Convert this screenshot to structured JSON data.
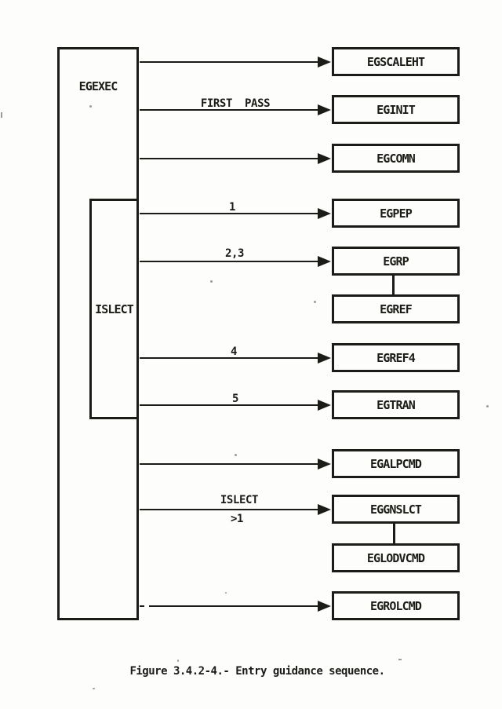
{
  "page": {
    "caption": "Figure 3.4.2-4.- Entry guidance sequence.",
    "ink_color": "#1b1b18",
    "paper_color": "#fdfdfb"
  },
  "boxes": {
    "egexec": "EGEXEC",
    "islect": "ISLECT"
  },
  "targets": {
    "egscaleht": "EGSCALEHT",
    "eginit": "EGINIT",
    "egcomn": "EGCOMN",
    "egpep": "EGPEP",
    "egrp": "EGRP",
    "egref": "EGREF",
    "egref4": "EGREF4",
    "egtran": "EGTRAN",
    "egalpcmd": "EGALPCMD",
    "eggnslct": "EGGNSLCT",
    "eglodvcmd": "EGLODVCMD",
    "egrolcmd": "EGROLCMD"
  },
  "arrow_labels": {
    "first_pass": "FIRST  PASS",
    "one": "1",
    "two_three": "2,3",
    "four": "4",
    "five": "5",
    "islect_condition_line1": "ISLECT",
    "islect_condition_line2": ">1"
  }
}
